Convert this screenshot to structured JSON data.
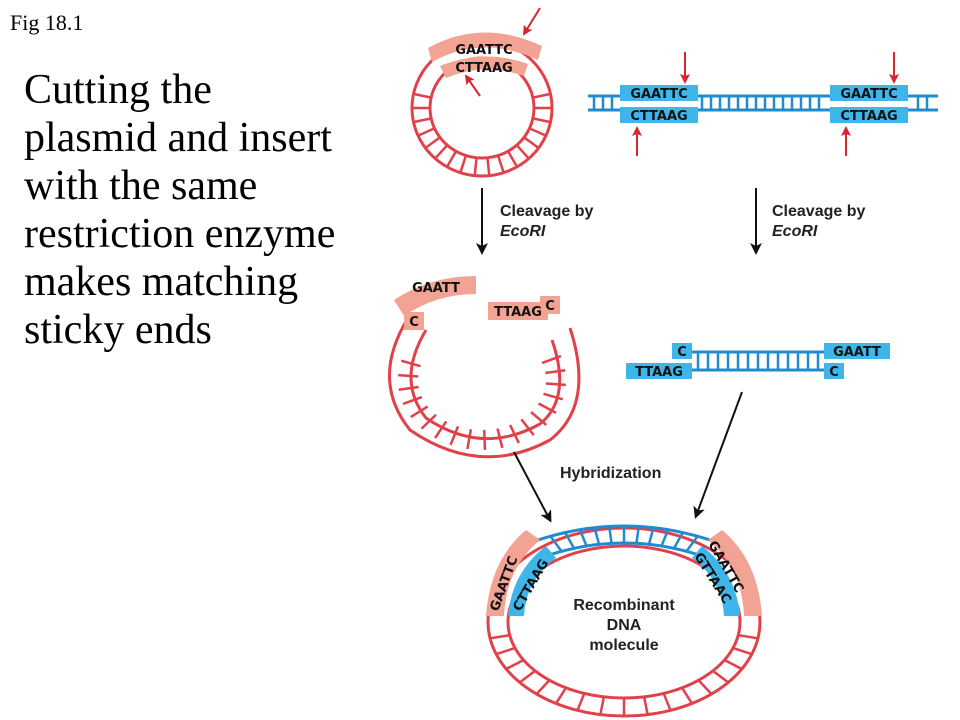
{
  "figure_label": "Fig 18.1",
  "caption_lines": [
    "Cutting the",
    "plasmid and insert",
    "with the same",
    "restriction enzyme",
    "makes matching",
    "sticky ends"
  ],
  "colors": {
    "plasmid": "#e0414a",
    "plasmid_box": "#f2a393",
    "insert": "#1f8bd0",
    "insert_box": "#3fb6ea",
    "cut_arrow": "#d8262e",
    "flow_arrow": "#111111"
  },
  "steps": {
    "cleavage_left": [
      "Cleavage by",
      "EcoRI"
    ],
    "cleavage_right": [
      "Cleavage by",
      "EcoRI"
    ],
    "hybridization": "Hybridization"
  },
  "intact_plasmid": {
    "top": "GAATTC",
    "bottom": "CTTAAG"
  },
  "insert_sites": {
    "left_top": "GAATTC",
    "left_bottom": "CTTAAG",
    "right_top": "GAATTC",
    "right_bottom": "CTTAAG"
  },
  "cut_plasmid": {
    "left_top": "GAATT",
    "left_bottom": "C",
    "right_top": "C",
    "right_bottom": "TTAAG"
  },
  "cut_insert": {
    "left_top": "C",
    "left_bottom": "TTAAG",
    "right_top": "GAATT",
    "right_bottom": "C"
  },
  "recombinant": {
    "left_outer": "GAATTC",
    "left_inner": "CTTAAG",
    "right_outer": "GAATTC",
    "right_inner": "GTTAAC",
    "label": [
      "Recombinant",
      "DNA",
      "molecule"
    ]
  }
}
